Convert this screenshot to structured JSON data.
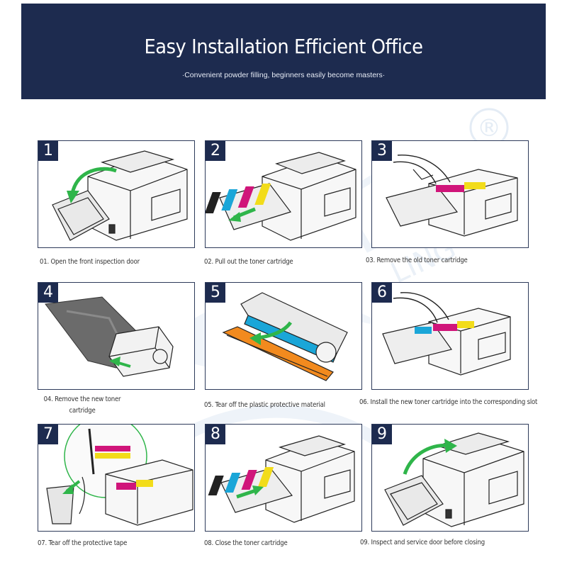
{
  "header": {
    "title": "Easy Installation Efficient Office",
    "subtitle": "·Convenient powder filling, beginners easily become masters·"
  },
  "watermark": {
    "text": "LING",
    "mark": "®"
  },
  "steps": [
    {
      "num": "1",
      "caption": "01. Open the front inspection door"
    },
    {
      "num": "2",
      "caption": "02. Pull out the toner cartridge"
    },
    {
      "num": "3",
      "caption": "03. Remove the old toner cartridge"
    },
    {
      "num": "4",
      "caption": "04. Remove the new toner cartridge"
    },
    {
      "num": "5",
      "caption": "05. Tear off the plastic protective material"
    },
    {
      "num": "6",
      "caption": "06. Install the new toner cartridge into the corresponding slot"
    },
    {
      "num": "7",
      "caption": "07. Tear off the protective tape"
    },
    {
      "num": "8",
      "caption": "08. Close the toner cartridge"
    },
    {
      "num": "9",
      "caption": "09. Inspect and service door before closing"
    }
  ],
  "colors": {
    "banner": "#1d2b4f",
    "arrow_green": "#2fb54a",
    "cyan": "#1aa6d8",
    "magenta": "#d0157a",
    "yellow": "#f2dc1a",
    "orange": "#f28a1e"
  }
}
